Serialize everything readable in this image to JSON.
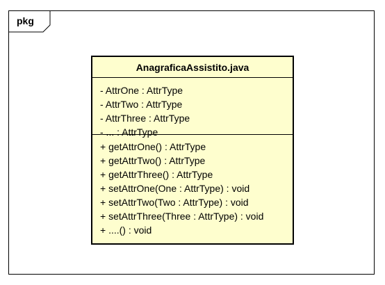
{
  "package": {
    "label": "pkg"
  },
  "class": {
    "name": "AnagraficaAssistito.java",
    "attributes": [
      "- AttrOne : AttrType",
      "- AttrTwo : AttrType",
      "- AttrThree : AttrType",
      "- ... : AttrType"
    ],
    "operations": [
      "+ getAttrOne() : AttrType",
      "+ getAttrTwo() : AttrType",
      "+ getAttrThree() : AttrType",
      "+ setAttrOne(One : AttrType) : void",
      "+ setAttrTwo(Two : AttrType) : void",
      "+ setAttrThree(Three : AttrType) : void",
      "+ ....() : void"
    ]
  },
  "colors": {
    "class_fill": "#FEFECE",
    "stroke": "#000000",
    "background": "#FFFFFF"
  }
}
